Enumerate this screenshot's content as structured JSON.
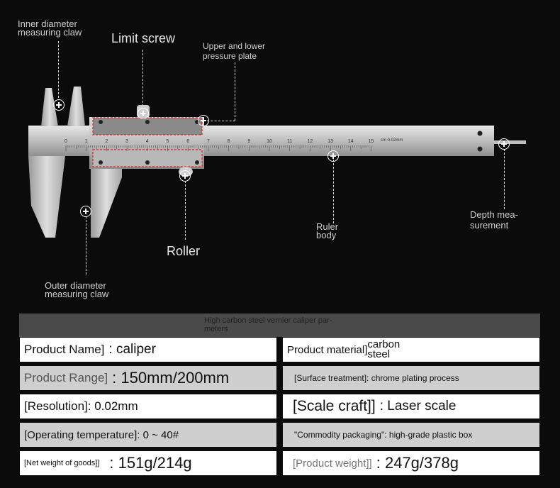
{
  "callouts": {
    "inner_claw": "Inner diameter\nmeasuring claw",
    "limit_screw": "Limit screw",
    "pressure_plate": "Upper and lower\npressure plate",
    "roller": "Roller",
    "ruler_body": "Ruler\nbody",
    "depth": "Depth mea-\nsurement",
    "outer_claw": "Outer diameter\nmeasuring claw"
  },
  "scale": {
    "numbers": [
      "0",
      "1",
      "2",
      "3",
      "4",
      "5",
      "6",
      "7",
      "8",
      "9",
      "10",
      "11",
      "12",
      "13",
      "14",
      "15"
    ],
    "unit": "cm  0.02mm"
  },
  "table": {
    "header": "High carbon steel vernier caliper par-\nmeters",
    "rows": [
      {
        "left": {
          "key": "Product Name]",
          "value": ": caliper"
        },
        "right": {
          "key": "Product material]",
          "value": "carbon\nsteel"
        }
      },
      {
        "left": {
          "key": "Product Range]",
          "value": ": 150mm/200mm"
        },
        "right": {
          "key": "[Surface treatment]: chrome plating process",
          "value": ""
        }
      },
      {
        "left": {
          "key": "[Resolution]: 0.02mm",
          "value": ""
        },
        "right": {
          "key": "[Scale craft]]",
          "value": ": Laser scale"
        }
      },
      {
        "left": {
          "key": "[Operating temperature]: 0 ~ 40#",
          "value": ""
        },
        "right": {
          "key": "\"Commodity packaging\": high-grade plastic box",
          "value": ""
        }
      },
      {
        "left": {
          "key": "[Net weight of goods]]",
          "value": ": 151g/214g"
        },
        "right": {
          "key": "[Product weight]]",
          "value": ": 247g/378g"
        }
      }
    ]
  }
}
